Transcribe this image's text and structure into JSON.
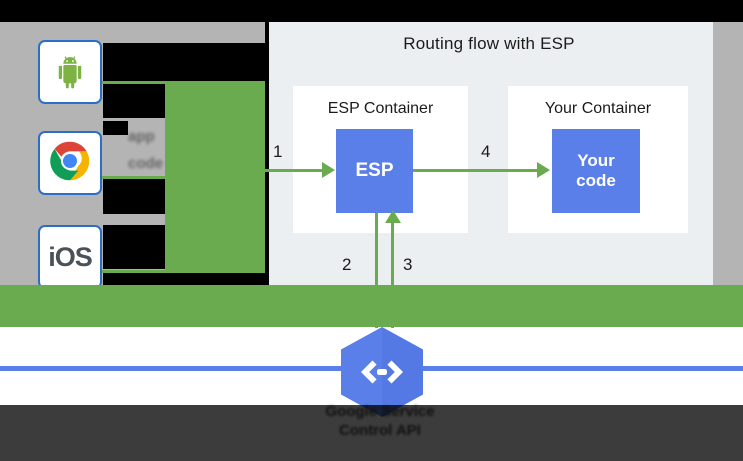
{
  "diagram": {
    "title": "Routing flow with ESP",
    "panel_bg": "#eceff1",
    "accent_blue": "#5b7fe8",
    "accent_green": "#6aab50",
    "containers": [
      {
        "name": "esp-container",
        "label": "ESP Container",
        "box_label": "ESP"
      },
      {
        "name": "your-container",
        "label": "Your Container",
        "box_label": "Your\ncode"
      }
    ],
    "your_code_line1": "Your",
    "your_code_line2": "code",
    "steps": [
      {
        "number": "1",
        "desc": "client request into ESP"
      },
      {
        "number": "2",
        "desc": "ESP down to service control"
      },
      {
        "number": "3",
        "desc": "service control back up to ESP"
      },
      {
        "number": "4",
        "desc": "ESP forward to your code"
      }
    ]
  },
  "clients": [
    {
      "name": "android",
      "icon": "android-icon",
      "label": ""
    },
    {
      "name": "chrome",
      "icon": "chrome-icon",
      "label": ""
    },
    {
      "name": "ios",
      "icon": "ios-icon",
      "label": "iOS"
    }
  ],
  "obscured_text": {
    "fragment_1": "app",
    "fragment_2": "code"
  },
  "service_control": {
    "icon": "api-endpoints-hexagon-icon",
    "glyph": "⟨–⟩",
    "label_line1": "Google Service",
    "label_line2": "Control API"
  }
}
